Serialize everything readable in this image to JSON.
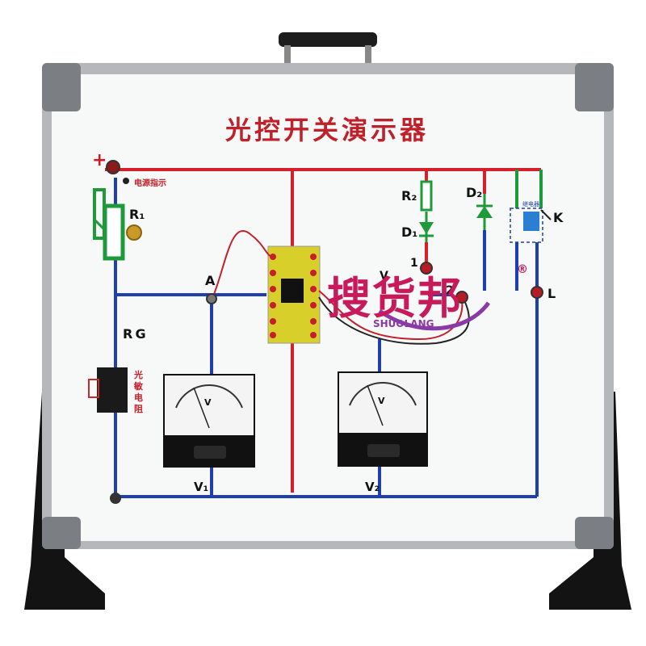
{
  "board": {
    "title": "光控开关演示器",
    "power_plus": "+",
    "power_indicator": "电源指示",
    "labels": {
      "r1": "R₁",
      "rg": "R G",
      "a": "A",
      "r2": "R₂",
      "d1": "D₁",
      "d2": "D₂",
      "k": "K",
      "node1": "1",
      "node2": "2",
      "l": "L",
      "v1": "V₁",
      "v2": "V₂",
      "v_partial": "V",
      "photoresistor": "光敏电阻",
      "relay": "继电器"
    }
  },
  "meters": {
    "left": {
      "unit": "V"
    },
    "right": {
      "unit": "V"
    }
  },
  "watermark": {
    "brand": "搜货邦",
    "registered": "®",
    "latin": "SHUOLANG"
  },
  "colors": {
    "frame": "#b5b7ba",
    "corner": "#7b7f84",
    "red_wire": "#d3202b",
    "blue_wire": "#1f3fae",
    "green_wire": "#1f9a3a",
    "pcb": "#d8cf2a",
    "stand": "#111111",
    "title": "#c0202a",
    "watermark": "#c8195a"
  }
}
